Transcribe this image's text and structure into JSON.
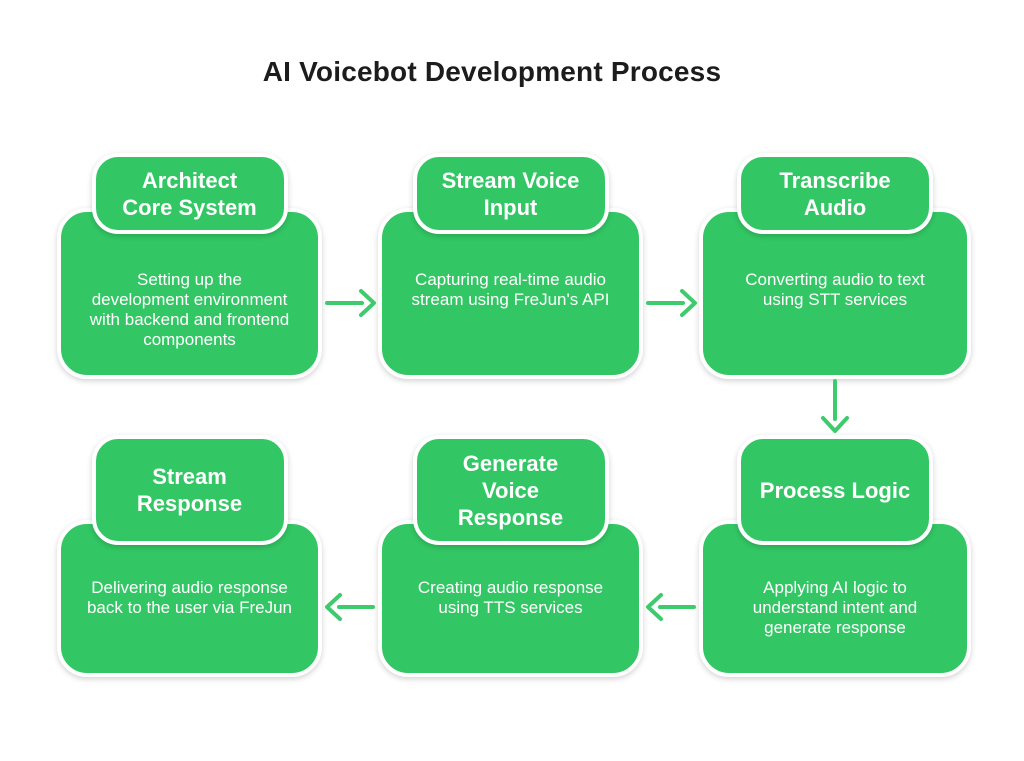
{
  "title": "AI Voicebot Development Process",
  "colors": {
    "background": "#ffffff",
    "box_fill": "#32c764",
    "box_border": "#ffffff",
    "arrow": "#3dcb6e",
    "title_text": "#1c1c1c",
    "box_text": "#ffffff"
  },
  "steps": [
    {
      "header": "Architect\nCore System",
      "description": "Setting up the\ndevelopment environment\nwith backend and frontend\ncomponents"
    },
    {
      "header": "Stream Voice\nInput",
      "description": "Capturing real-time audio\nstream using FreJun's API"
    },
    {
      "header": "Transcribe\nAudio",
      "description": "Converting audio to text\nusing STT services"
    },
    {
      "header": "Stream\nResponse",
      "description": "Delivering audio response\nback to the user via FreJun"
    },
    {
      "header": "Generate\nVoice\nResponse",
      "description": "Creating audio response\nusing TTS services"
    },
    {
      "header": "Process Logic",
      "description": "Applying AI logic to\nunderstand intent and\ngenerate response"
    }
  ],
  "arrows": [
    {
      "name": "architect-to-stream-voice",
      "direction": "right"
    },
    {
      "name": "stream-voice-to-transcribe",
      "direction": "right"
    },
    {
      "name": "transcribe-to-process-logic",
      "direction": "down"
    },
    {
      "name": "process-logic-to-generate-voice",
      "direction": "left"
    },
    {
      "name": "generate-voice-to-stream-response",
      "direction": "left"
    }
  ]
}
